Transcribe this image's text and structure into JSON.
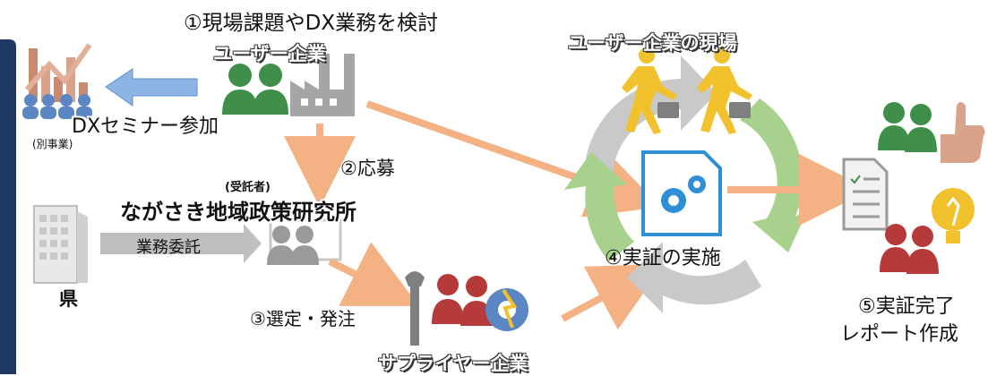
{
  "steps": {
    "step1": "①現場課題やDX業務を検討",
    "step2": "②応募",
    "step3": "③選定・発注",
    "step4": "④実証の実施",
    "step5_line1": "⑤実証完了",
    "step5_line2": "レポート作成"
  },
  "actors": {
    "user_company": "ユーザー企業",
    "user_site": "ユーザー企業の現場",
    "contractor_tag": "(受託者)",
    "institute": "ながさき地域政策研究所",
    "prefecture": "県",
    "supplier": "サプライヤー企業"
  },
  "seminar": {
    "label": "DXセミナー参加",
    "note": "(別事業)"
  },
  "flows": {
    "commission": "業務委託"
  },
  "colors": {
    "navy_border": "#1f3864",
    "people_green": "#3f8f4a",
    "people_red": "#b73a3a",
    "cycle_green": "#a9d18e",
    "cycle_gray": "#c9c9c9",
    "arrow_orange": "#f4b183",
    "arrow_blue": "#8eb4e3",
    "runner_gold": "#f2c12e",
    "gear_blue": "#2f8fd6"
  },
  "icons": [
    "chart-icon",
    "people-icon",
    "factory-icon",
    "building-icon",
    "gear-document-icon",
    "tools-icon",
    "runner-icon",
    "checklist-icon",
    "thumbs-up-icon",
    "lightbulb-icon"
  ]
}
